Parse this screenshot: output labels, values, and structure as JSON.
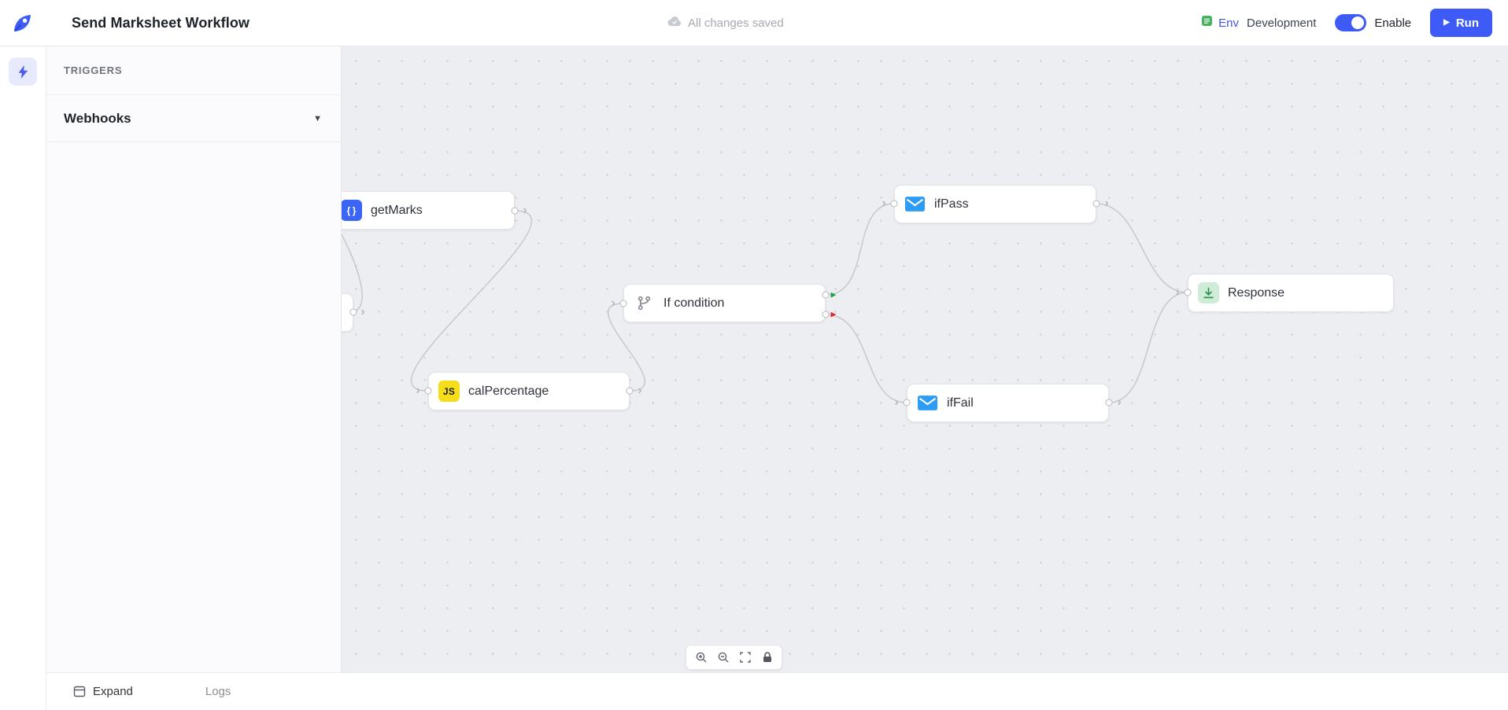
{
  "topbar": {
    "title": "Send Marksheet Workflow",
    "save_status": "All changes saved",
    "env": {
      "label": "Env",
      "value": "Development"
    },
    "enable_label": "Enable",
    "run_label": "Run"
  },
  "sidebar": {
    "section_title": "TRIGGERS",
    "items": [
      {
        "label": "Webhooks"
      }
    ]
  },
  "canvas": {
    "nodes": [
      {
        "label": "getMarks",
        "icon": "code-node-icon"
      },
      {
        "label": "calPercentage",
        "icon": "javascript-icon"
      },
      {
        "label": "If condition",
        "icon": "branch-icon"
      },
      {
        "label": "ifPass",
        "icon": "email-icon"
      },
      {
        "label": "ifFail",
        "icon": "email-icon"
      },
      {
        "label": "Response",
        "icon": "output-icon"
      }
    ],
    "toolbar": [
      "zoom-in",
      "zoom-out",
      "fit-view",
      "lock"
    ]
  },
  "bottombar": {
    "expand_label": "Expand",
    "logs_label": "Logs"
  },
  "colors": {
    "accent": "#3e5bf7",
    "canvas_bg": "#eceef1",
    "true_port": "#1ca04c",
    "false_port": "#dc2b2b",
    "js_yellow": "#f5de19",
    "email_blue": "#2d9cf4",
    "response_green": "#cfecd9",
    "env_green": "#46b45f"
  }
}
